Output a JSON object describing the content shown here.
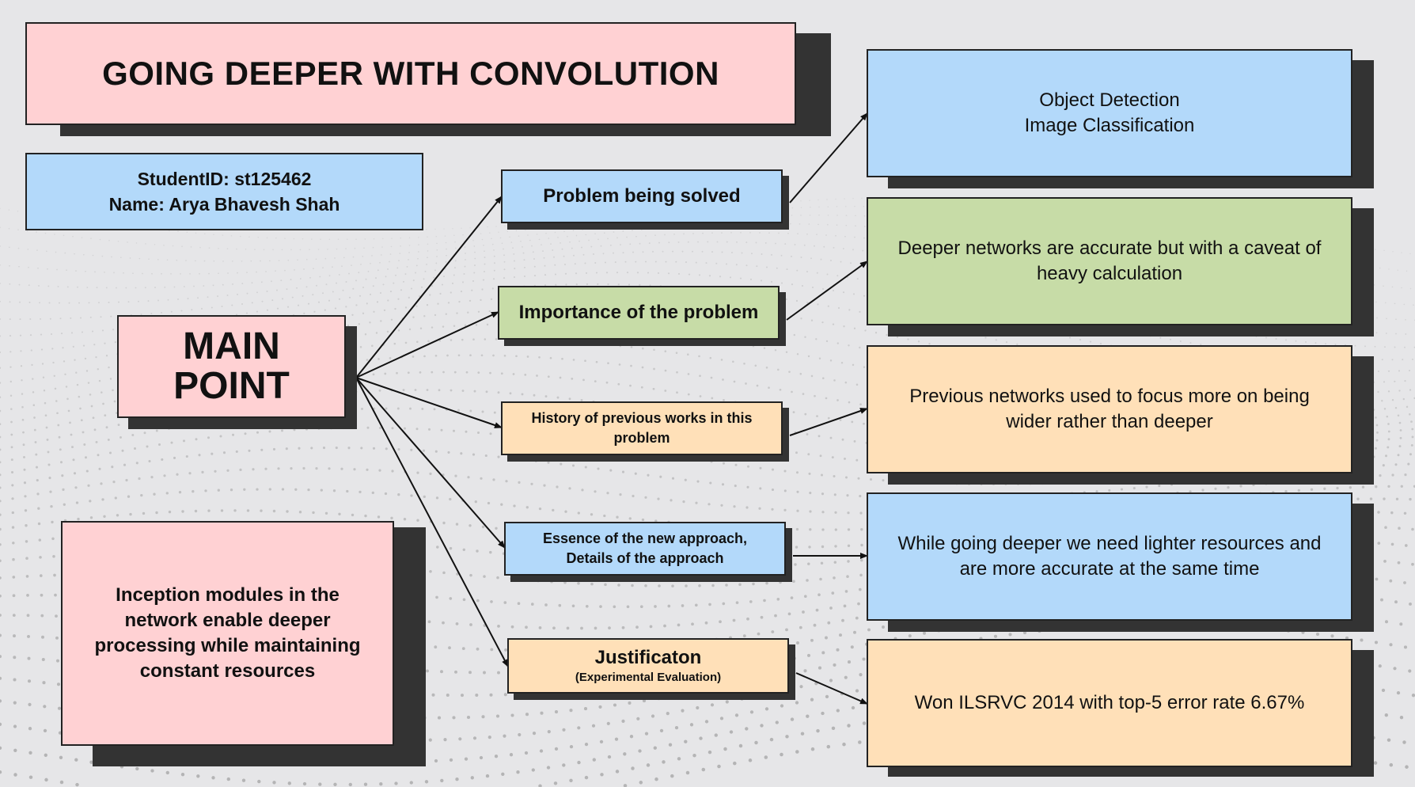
{
  "title": "GOING DEEPER WITH CONVOLUTION",
  "student": {
    "id_line": "StudentID: st125462",
    "name_line": "Name: Arya Bhavesh Shah"
  },
  "main_point": {
    "line1": "MAIN",
    "line2": "POINT"
  },
  "summary": "Inception modules in the network enable deeper processing while maintaining constant resources",
  "topics": [
    {
      "label": "Problem being solved"
    },
    {
      "label": "Importance of the problem"
    },
    {
      "label_line1": "History of previous works in this",
      "label_line2": "problem"
    },
    {
      "label_line1": "Essence of the new approach,",
      "label_line2": "Details of the approach"
    },
    {
      "label": "Justificaton",
      "sublabel": "(Experimental Evaluation)"
    }
  ],
  "details": [
    {
      "line1": "Object Detection",
      "line2": "Image Classification"
    },
    {
      "line1": "Deeper networks are accurate but with a caveat of",
      "line2": "heavy calculation"
    },
    {
      "line1": "Previous networks used to focus more on being",
      "line2": "wider rather than deeper"
    },
    {
      "line1": "While going deeper we need lighter resources and",
      "line2": "are more accurate at the same time"
    },
    {
      "line1": "Won ILSRVC 2014 with top-5 error rate 6.67%"
    }
  ],
  "colors": {
    "pink": "#ffd1d3",
    "blue": "#b3d9fa",
    "green": "#c7dca7",
    "peach": "#ffe0b8",
    "shadow": "#333333",
    "background": "#e6e6e8"
  }
}
